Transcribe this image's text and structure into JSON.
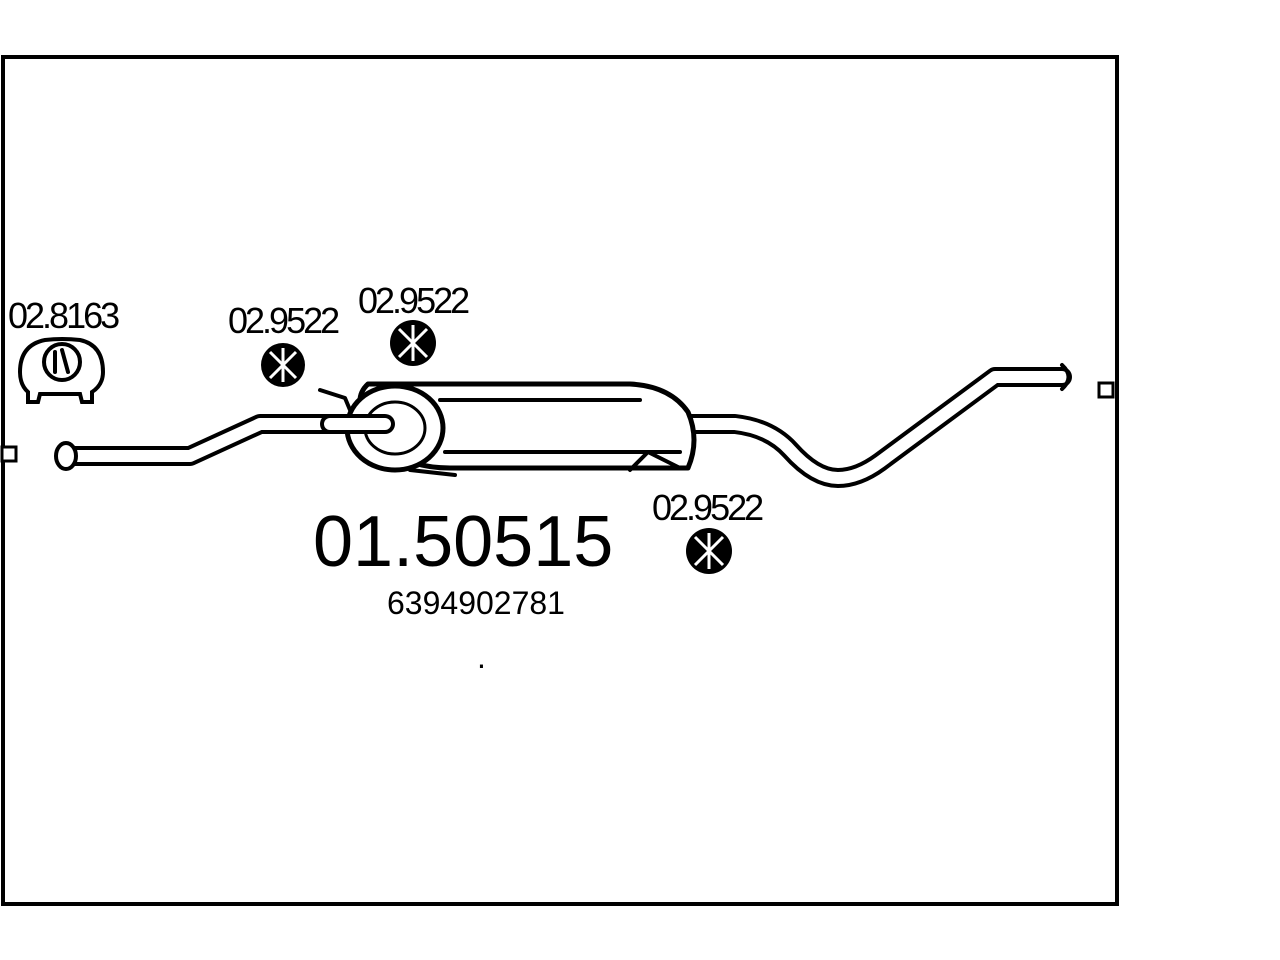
{
  "drawing": {
    "part_number": "01.50515",
    "oem_number": "6394902781",
    "dot": "."
  },
  "accessories": [
    {
      "code": "02.8163",
      "kind": "clamp"
    },
    {
      "code": "02.9522",
      "kind": "rubber-mount"
    },
    {
      "code": "02.9522",
      "kind": "rubber-mount"
    },
    {
      "code": "02.9522",
      "kind": "rubber-mount"
    }
  ],
  "colors": {
    "line": "#000000",
    "background": "#ffffff"
  }
}
